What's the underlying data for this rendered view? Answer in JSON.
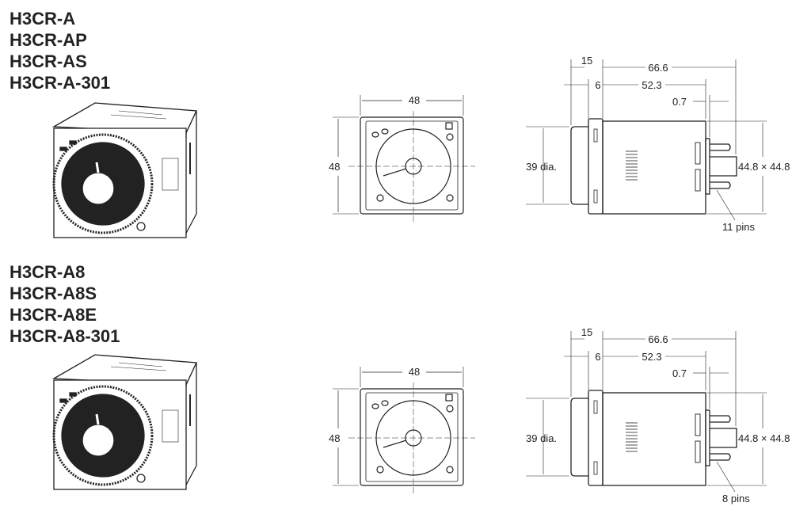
{
  "sections": [
    {
      "models": [
        "H3CR-A",
        "H3CR-AP",
        "H3CR-AS",
        "H3CR-A-301"
      ],
      "front_view": {
        "width": "48",
        "height": "48"
      },
      "side_view": {
        "d15": "15",
        "d66": "66.6",
        "d6": "6",
        "d52": "52.3",
        "d07": "0.7",
        "dia": "39 dia.",
        "size": "44.8 × 44.8",
        "pins": "11 pins"
      }
    },
    {
      "models": [
        "H3CR-A8",
        "H3CR-A8S",
        "H3CR-A8E",
        "H3CR-A8-301"
      ],
      "front_view": {
        "width": "48",
        "height": "48"
      },
      "side_view": {
        "d15": "15",
        "d66": "66.6",
        "d6": "6",
        "d52": "52.3",
        "d07": "0.7",
        "dia": "39 dia.",
        "size": "44.8 × 44.8",
        "pins": "8 pins"
      }
    }
  ]
}
